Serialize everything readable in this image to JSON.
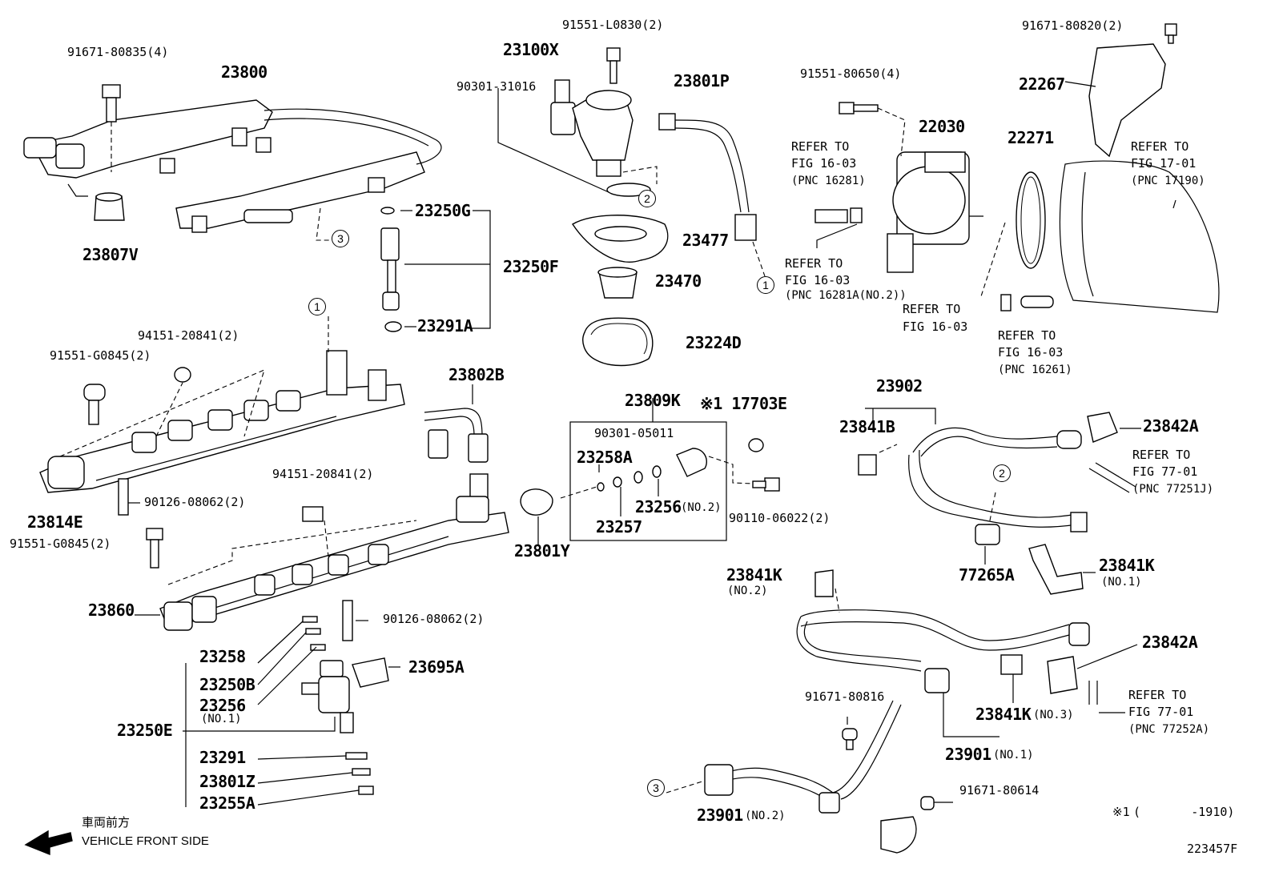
{
  "diagram": {
    "figure_code": "223457F",
    "front_side": {
      "jp": "車両前方",
      "en": "VEHICLE FRONT SIDE"
    },
    "footnote": {
      "mark": "※1",
      "text": "(       -1910)"
    },
    "callouts": [
      "1",
      "2",
      "3"
    ],
    "labels": {
      "p91671_80835": "91671-80835(4)",
      "p23800": "23800",
      "p23807V": "23807V",
      "p91551_L0830": "91551-L0830(2)",
      "p23100X": "23100X",
      "p90301_31016": "90301-31016",
      "p23801P": "23801P",
      "p23250G": "23250G",
      "p23250F": "23250F",
      "p23291A": "23291A",
      "p23477": "23477",
      "p23470": "23470",
      "p23224D": "23224D",
      "p91551_80650": "91551-80650(4)",
      "p22030": "22030",
      "p91671_80820": "91671-80820(2)",
      "p22267": "22267",
      "p22271": "22271",
      "ref_16_03_a": [
        "REFER TO",
        "FIG 16-03",
        "(PNC 16281)"
      ],
      "ref_17_01": [
        "REFER TO",
        "FIG 17-01",
        "(PNC 17190)"
      ],
      "ref_16_03_b": [
        "REFER TO",
        "FIG 16-03",
        "(PNC 16281A(NO.2))"
      ],
      "ref_16_03_c": [
        "REFER TO",
        "FIG 16-03"
      ],
      "ref_16_03_d": [
        "REFER TO",
        "FIG 16-03",
        "(PNC 16261)"
      ],
      "p94151_20841_a": "94151-20841(2)",
      "p91551_G0845_a": "91551-G0845(2)",
      "p23802B": "23802B",
      "p23809K": "23809K",
      "p17703E": "※1 17703E",
      "p90301_05011": "90301-05011",
      "p23258A": "23258A",
      "p23256_no2": "23256",
      "p23256_no2_sub": "(NO.2)",
      "p23257": "23257",
      "p90110_06022": "90110-06022(2)",
      "p23801Y": "23801Y",
      "p23814E": "23814E",
      "p90126_08062_a": "90126-08062(2)",
      "p94151_20841_b": "94151-20841(2)",
      "p91551_G0845_b": "91551-G0845(2)",
      "p23902": "23902",
      "p23841B": "23841B",
      "p23842A_a": "23842A",
      "ref_77_01_a": [
        "REFER TO",
        "FIG 77-01",
        "(PNC 77251J)"
      ],
      "p77265A": "77265A",
      "p23841K_no1": "23841K",
      "p23841K_no1_sub": "(NO.1)",
      "p23841K_no2": "23841K",
      "p23841K_no2_sub": "(NO.2)",
      "p23860": "23860",
      "p90126_08062_b": "90126-08062(2)",
      "p23695A": "23695A",
      "p23258": "23258",
      "p23250B": "23250B",
      "p23256_no1": "23256",
      "p23256_no1_sub": "(NO.1)",
      "p23250E": "23250E",
      "p23291": "23291",
      "p23801Z": "23801Z",
      "p23255A": "23255A",
      "p23842A_b": "23842A",
      "ref_77_01_b": [
        "REFER TO",
        "FIG 77-01",
        "(PNC 77252A)"
      ],
      "p91671_80816": "91671-80816",
      "p23841K_no3": "23841K",
      "p23841K_no3_sub": "(NO.3)",
      "p23901_no1": "23901",
      "p23901_no1_sub": "(NO.1)",
      "p91671_80614": "91671-80614",
      "p23901_no2": "23901",
      "p23901_no2_sub": "(NO.2)"
    }
  }
}
